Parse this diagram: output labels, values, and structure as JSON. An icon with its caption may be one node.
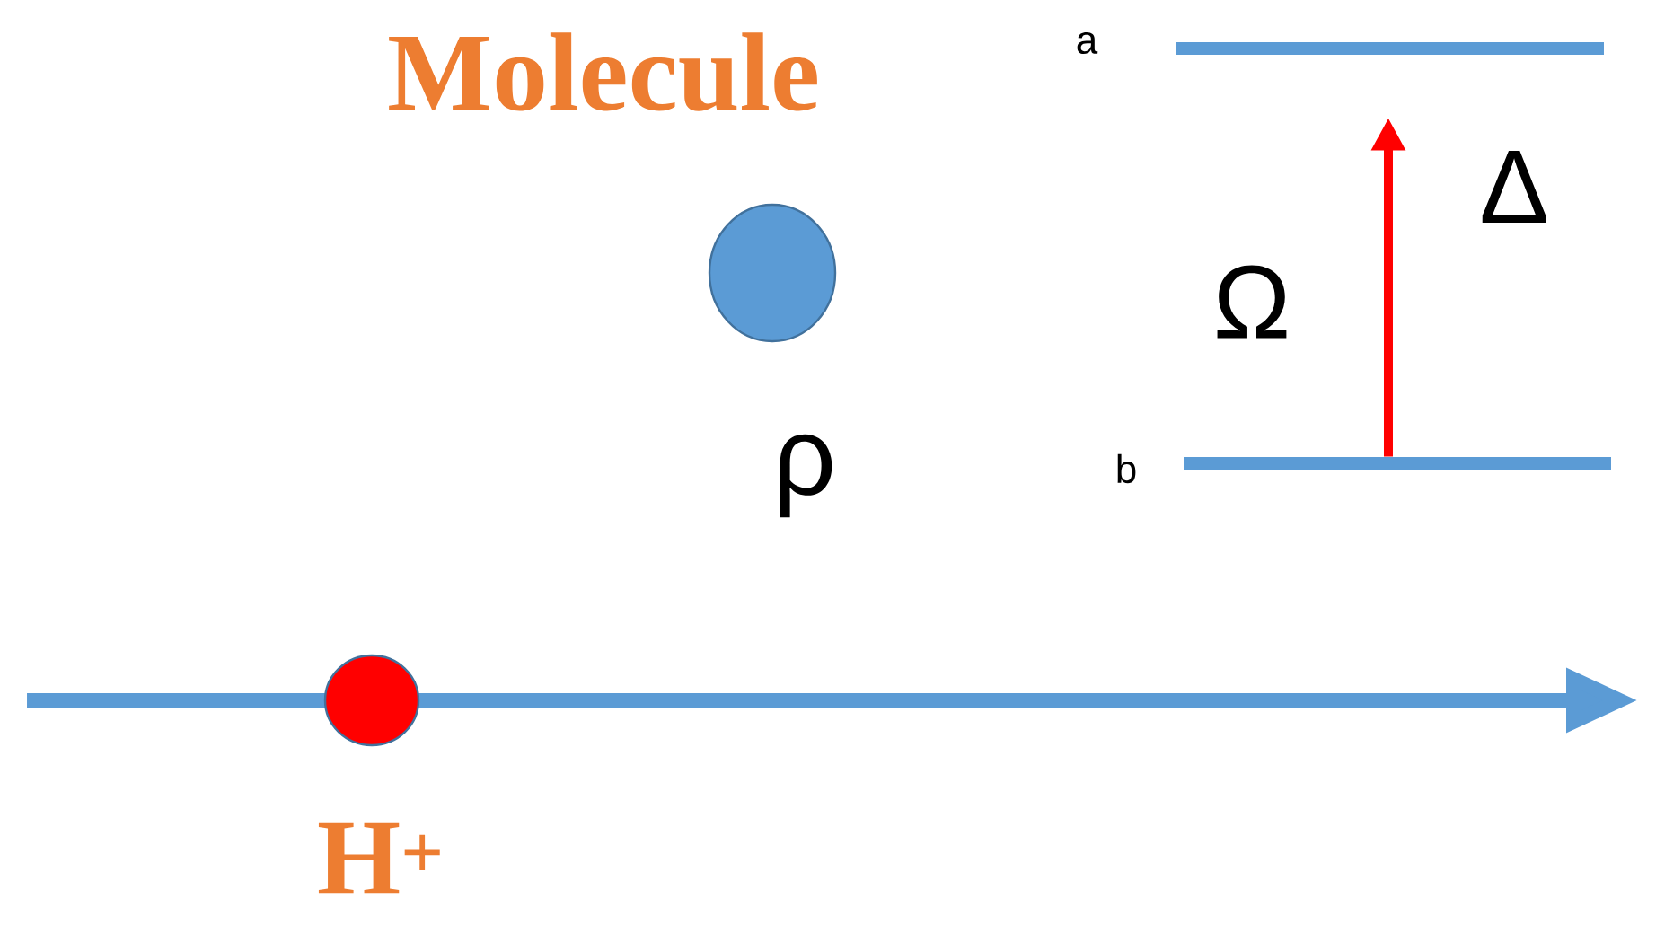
{
  "diagram": {
    "title": "Molecule",
    "nodes": [
      {
        "text": [],
        "shape": "bar",
        "beside": [
          "a"
        ]
      },
      {
        "text": [],
        "shape": "bar",
        "beside": [
          "b"
        ]
      },
      {
        "text": [],
        "shape": "circle",
        "beside": [
          "ρ"
        ]
      },
      {
        "text": [],
        "shape": "circle",
        "beside": [
          "H$^{+}$"
        ]
      }
    ],
    "edges": [
      {
        "from": 1,
        "to": 0,
        "arrow": "to",
        "label": "Ω",
        "color": "#ff0000"
      }
    ],
    "labels": [
      "Δ"
    ]
  }
}
